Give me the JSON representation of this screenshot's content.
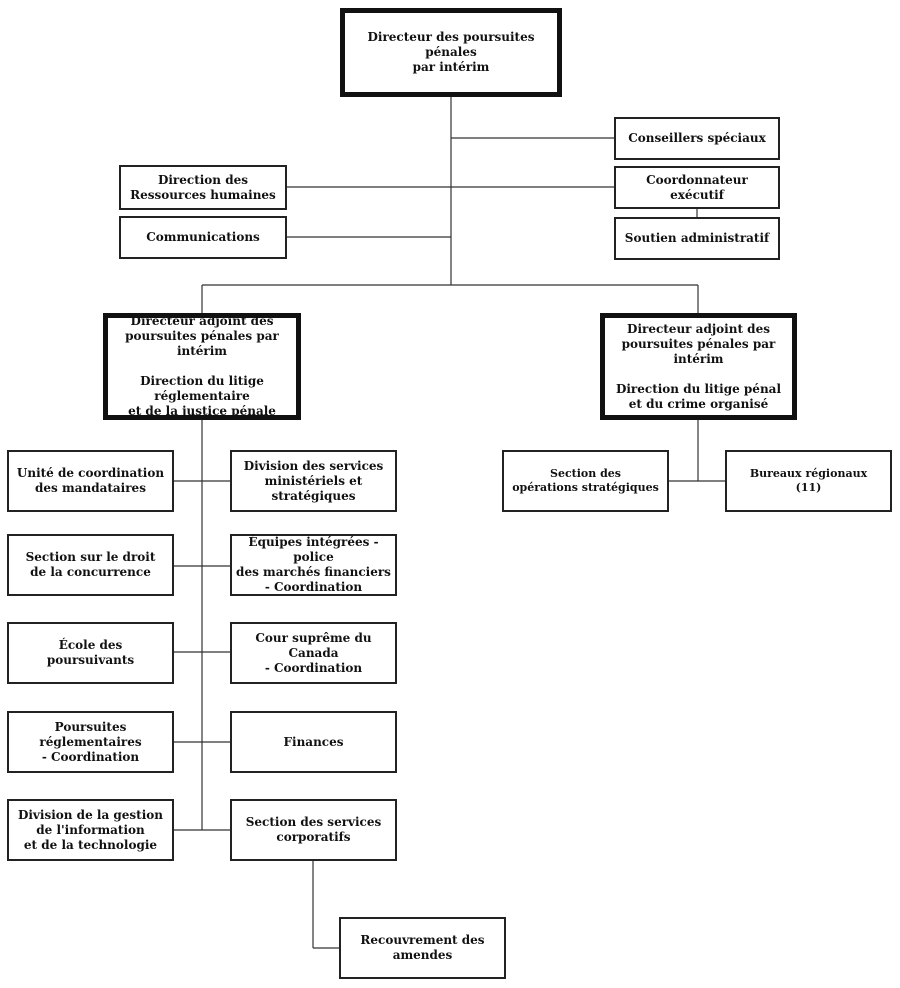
{
  "top": {
    "title": "Directeur des poursuites pénales\npar intérim"
  },
  "staff_right": {
    "conseillers": "Conseillers spéciaux",
    "coordonnateur": "Coordonnateur exécutif",
    "soutien": "Soutien administratif"
  },
  "staff_left": {
    "rh": "Direction des\nRessources humaines",
    "communications": "Communications"
  },
  "branch_left": {
    "title": "Directeur adjoint des\npoursuites pénales par intérim\n\nDirection du litige réglementaire\net de la justice pénale",
    "units_left": [
      "Unité de coordination\ndes mandataires",
      "Section sur le droit\nde la concurrence",
      "École des\npoursuivants",
      "Poursuites\nréglementaires\n- Coordination",
      "Division de la gestion\nde l'information\net de la technologie"
    ],
    "units_right": [
      "Division des services\nministériels et stratégiques",
      "Équipes intégrées - police\ndes marchés financiers\n- Coordination",
      "Cour suprême du Canada\n- Coordination",
      "Finances",
      "Section des services\ncorporatifs"
    ],
    "sub_unit": "Recouvrement des amendes"
  },
  "branch_right": {
    "title": "Directeur adjoint des\npoursuites pénales par intérim\n\nDirection du litige pénal\net du crime organisé",
    "units": [
      "Section des\nopérations stratégiques",
      "Bureaux régionaux\n(11)"
    ]
  }
}
